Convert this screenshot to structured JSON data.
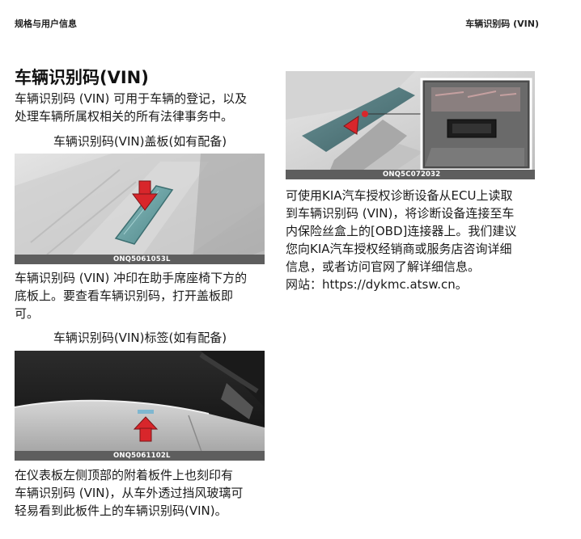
{
  "header": {
    "left": "规格与用户信息",
    "right": "车辆识别码 (VIN)"
  },
  "section": {
    "title": "车辆识别码(VIN)",
    "intro": [
      "车辆识别码 (VIN) 可用于车辆的登记，以及",
      "处理车辆所属权相关的所有法律事务中。"
    ]
  },
  "figures": [
    {
      "caption": "车辆识别码(VIN)盖板(如有配备)",
      "code": "ONQ5061053L",
      "text": [
        "车辆识别码 (VIN) 冲印在助手席座椅下方的",
        "底板上。要查看车辆识别码，打开盖板即",
        "可。"
      ]
    },
    {
      "caption": "车辆识别码(VIN)标签(如有配备)",
      "code": "ONQ5061102L",
      "text": [
        "在仪表板左侧顶部的附着板件上也刻印有",
        "车辆识别码 (VIN)，从车外透过挡风玻璃可",
        "轻易看到此板件上的车辆识别码(VIN)。"
      ]
    },
    {
      "code": "ONQ5C072032",
      "text": [
        "可使用KIA汽车授权诊断设备从ECU上读取",
        "到车辆识别码 (VIN)，将诊断设备连接至车",
        "内保险丝盒上的[OBD]连接器上。我们建议",
        "您向KIA汽车授权经销商或服务店咨询详细",
        "信息，或者访问官网了解详细信息。",
        "网站：https://dykmc.atsw.cn。"
      ]
    }
  ],
  "colors": {
    "arrow_red": "#d8262b",
    "label_bar": "#5e5e5e",
    "vin_plate_teal": "#6fa3a6"
  }
}
